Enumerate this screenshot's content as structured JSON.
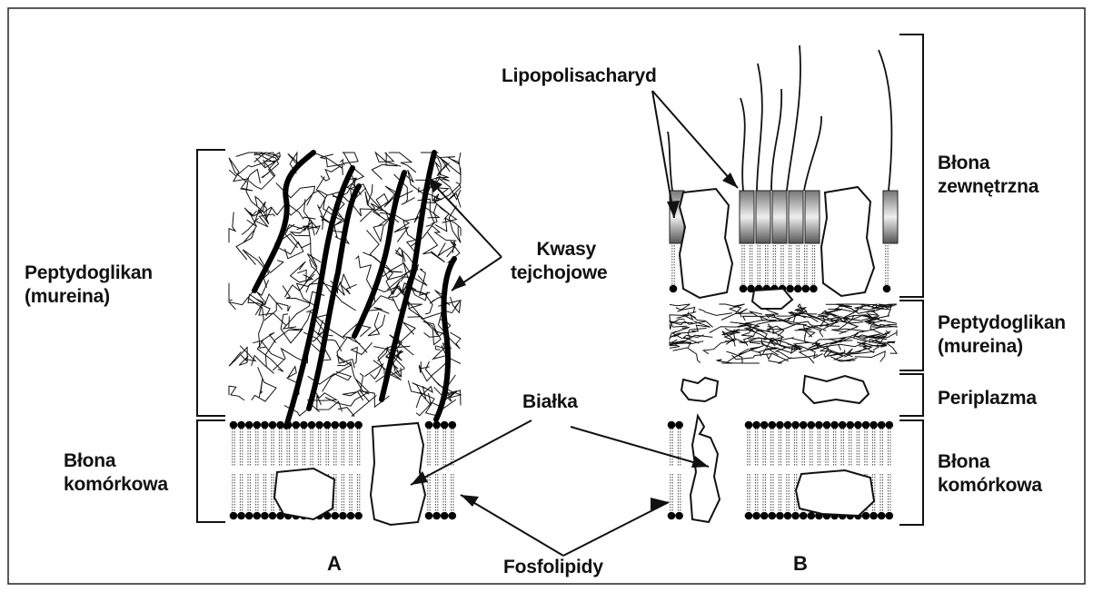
{
  "labels": {
    "peptidoglycan_a": [
      "Peptydoglikan",
      "(mureina)"
    ],
    "cell_membrane_a": [
      "Błona",
      "komórkowa"
    ],
    "teichoic": [
      "Kwasy",
      "tejchojowe"
    ],
    "lps": "Lipopolisacharyd",
    "outer_membrane": [
      "Błona",
      "zewnętrzna"
    ],
    "peptidoglycan_b": [
      "Peptydoglikan",
      "(mureina)"
    ],
    "periplasm": "Periplazma",
    "cell_membrane_b": [
      "Błona",
      "komórkowa"
    ],
    "proteins": "Białka",
    "phospholipids": "Fosfolipidy",
    "panel_a": "A",
    "panel_b": "B"
  }
}
